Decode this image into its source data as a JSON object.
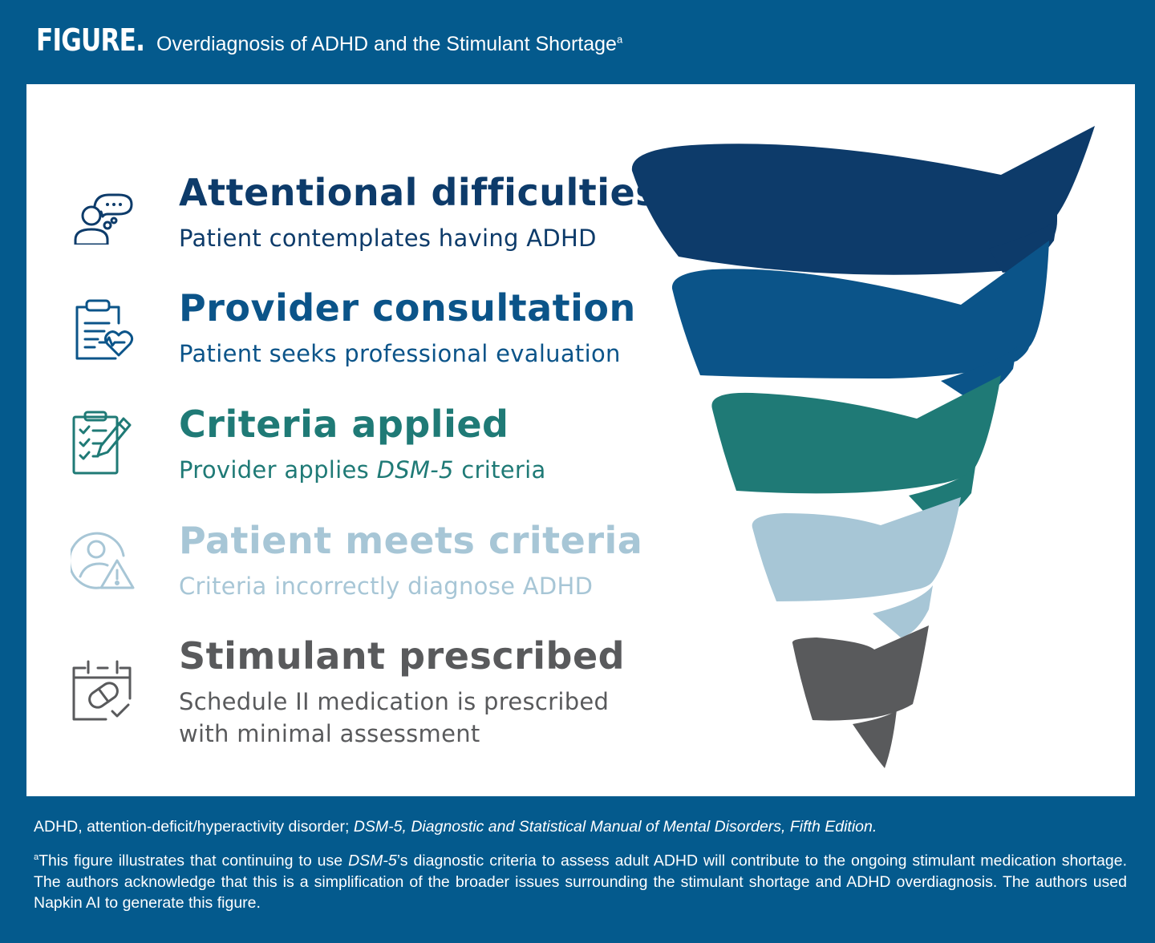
{
  "header": {
    "label": "FIGURE.",
    "title": "Overdiagnosis of ADHD and the Stimulant Shortage",
    "title_marker": "a"
  },
  "steps": [
    {
      "title": "Attentional difficulties",
      "sub": "Patient contemplates having ADHD",
      "icon": "thinking-person-icon",
      "color": "#0d3b6a"
    },
    {
      "title": "Provider consultation",
      "sub": "Patient seeks professional evaluation",
      "icon": "clipboard-heart-icon",
      "color": "#0b5489"
    },
    {
      "title": "Criteria applied",
      "sub_pre": "Provider applies ",
      "sub_em": "DSM-5",
      "sub_post": " criteria",
      "icon": "checklist-pencil-icon",
      "color": "#1f7a76"
    },
    {
      "title": "Patient meets criteria",
      "sub": "Criteria incorrectly diagnose ADHD",
      "icon": "person-warning-icon",
      "color": "#a7c6d6"
    },
    {
      "title": "Stimulant prescribed",
      "sub_line1": "Schedule II medication is prescribed",
      "sub_line2": "with minimal assessment",
      "icon": "calendar-pill-icon",
      "color": "#595a5c"
    }
  ],
  "funnel_colors": [
    "#0d3b6a",
    "#0b5489",
    "#1f7a76",
    "#a7c6d6",
    "#595a5c"
  ],
  "footnotes": {
    "abbrev_pre": "ADHD, attention-deficit/hyperactivity disorder; ",
    "abbrev_em": "DSM-5, Diagnostic and Statistical Manual of Mental Disorders, Fifth Edition.",
    "note_marker": "a",
    "note_pre": "This figure illustrates that continuing to use ",
    "note_em": "DSM-5",
    "note_post": "’s diagnostic criteria to assess adult ADHD will contribute to the ongoing stimulant medication shortage. The authors acknowledge that this is a simplification of the broader issues surrounding the stimulant shortage and ADHD overdiagnosis. The authors used Napkin AI to generate this figure."
  }
}
